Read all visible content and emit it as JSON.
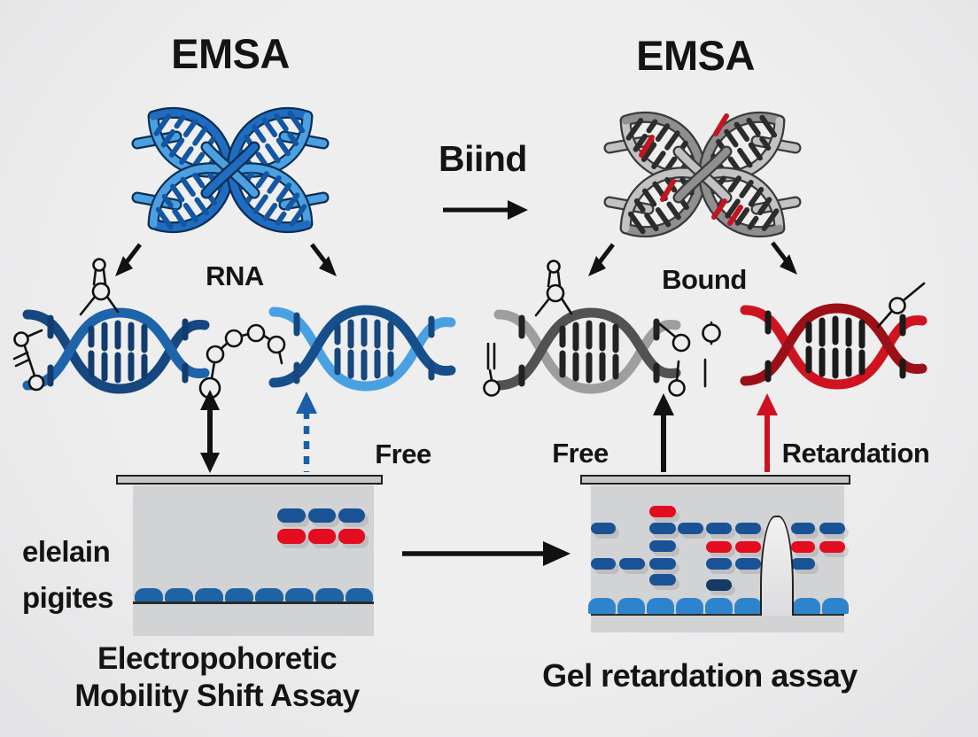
{
  "palette": {
    "blue": "#1a5296",
    "red": "#e30d1f",
    "darkNavy": "#143a66",
    "bumpL": "#1e63a6",
    "bumpR": "#2e84cc",
    "gel": "#d2d3d5",
    "bar": "#c6c7c8",
    "dashedArrowBlue": "#1b5fa8",
    "redArrow": "#cf1020"
  },
  "left_panel": {
    "title": "EMSA",
    "rna_label": "RNA",
    "free_label": "Free",
    "row_label_1": "elelain",
    "row_label_2": "pigites",
    "caption_line1": "Electropohoretic",
    "caption_line2": "Mobility Shift Assay"
  },
  "middle": {
    "bind_label": "Biind"
  },
  "right_panel": {
    "title": "EMSA",
    "bound_label": "Bound",
    "free_label": "Free",
    "retardation_label": "Retardation",
    "caption": "Gel retardation assay"
  },
  "icons": [
    "dna-cross-blue-icon",
    "dna-cross-gray-icon",
    "dna-helix-dark-blue-icon",
    "dna-helix-light-blue-icon",
    "dna-helix-gray-icon",
    "dna-helix-red-icon",
    "molecule-icon",
    "rna-chain-icon",
    "down-left-arrow-icon",
    "down-right-arrow-icon",
    "bind-arrow-icon",
    "updown-arrow-icon",
    "dashed-up-arrow-icon",
    "up-arrow-black-icon",
    "up-arrow-red-icon",
    "transfer-arrow-icon"
  ],
  "gels": {
    "left": {
      "bands": [
        [
          313,
          574,
          32,
          16,
          "blue"
        ],
        [
          348,
          574,
          31,
          16,
          "blue"
        ],
        [
          382,
          574,
          30,
          16,
          "blue"
        ],
        [
          313,
          597,
          32,
          17,
          "red"
        ],
        [
          348,
          597,
          31,
          17,
          "red"
        ],
        [
          382,
          597,
          30,
          17,
          "red"
        ]
      ],
      "bumps": [
        [
          152,
          664,
          32,
          15,
          "bumpL"
        ],
        [
          186,
          664,
          32,
          15,
          "bumpL"
        ],
        [
          220,
          664,
          32,
          15,
          "bumpL"
        ],
        [
          254,
          664,
          32,
          15,
          "bumpL"
        ],
        [
          288,
          664,
          32,
          15,
          "bumpL"
        ],
        [
          322,
          664,
          32,
          15,
          "bumpL"
        ],
        [
          356,
          664,
          32,
          15,
          "bumpL"
        ],
        [
          390,
          664,
          31,
          15,
          "bumpL"
        ]
      ]
    },
    "right": {
      "bands": [
        [
          733,
          571,
          30,
          13,
          "red"
        ],
        [
          667,
          590,
          28,
          13,
          "blue"
        ],
        [
          733,
          590,
          30,
          13,
          "blue"
        ],
        [
          765,
          590,
          29,
          13,
          "blue"
        ],
        [
          797,
          590,
          29,
          13,
          "blue"
        ],
        [
          830,
          590,
          29,
          13,
          "blue"
        ],
        [
          893,
          590,
          27,
          13,
          "blue"
        ],
        [
          925,
          590,
          29,
          13,
          "blue"
        ],
        [
          797,
          611,
          29,
          13,
          "red"
        ],
        [
          830,
          611,
          29,
          13,
          "red"
        ],
        [
          893,
          611,
          27,
          13,
          "red"
        ],
        [
          925,
          611,
          29,
          13,
          "red"
        ],
        [
          733,
          610,
          30,
          13,
          "blue"
        ],
        [
          667,
          630,
          28,
          13,
          "blue"
        ],
        [
          699,
          630,
          29,
          13,
          "blue"
        ],
        [
          733,
          630,
          30,
          13,
          "blue"
        ],
        [
          797,
          630,
          29,
          13,
          "blue"
        ],
        [
          830,
          630,
          29,
          13,
          "blue"
        ],
        [
          893,
          630,
          27,
          13,
          "blue"
        ],
        [
          733,
          648,
          30,
          13,
          "blue"
        ],
        [
          797,
          654,
          29,
          13,
          "darkNavy"
        ]
      ],
      "bumps": [
        [
          664,
          675,
          31,
          18,
          "bumpR"
        ],
        [
          697,
          675,
          31,
          18,
          "bumpR"
        ],
        [
          730,
          675,
          31,
          18,
          "bumpR"
        ],
        [
          763,
          675,
          31,
          18,
          "bumpR"
        ],
        [
          796,
          675,
          31,
          18,
          "bumpR"
        ],
        [
          829,
          675,
          31,
          18,
          "bumpR"
        ],
        [
          862,
          675,
          31,
          18,
          "bumpR"
        ],
        [
          895,
          675,
          31,
          18,
          "bumpR"
        ],
        [
          928,
          675,
          30,
          18,
          "bumpR"
        ]
      ]
    }
  }
}
